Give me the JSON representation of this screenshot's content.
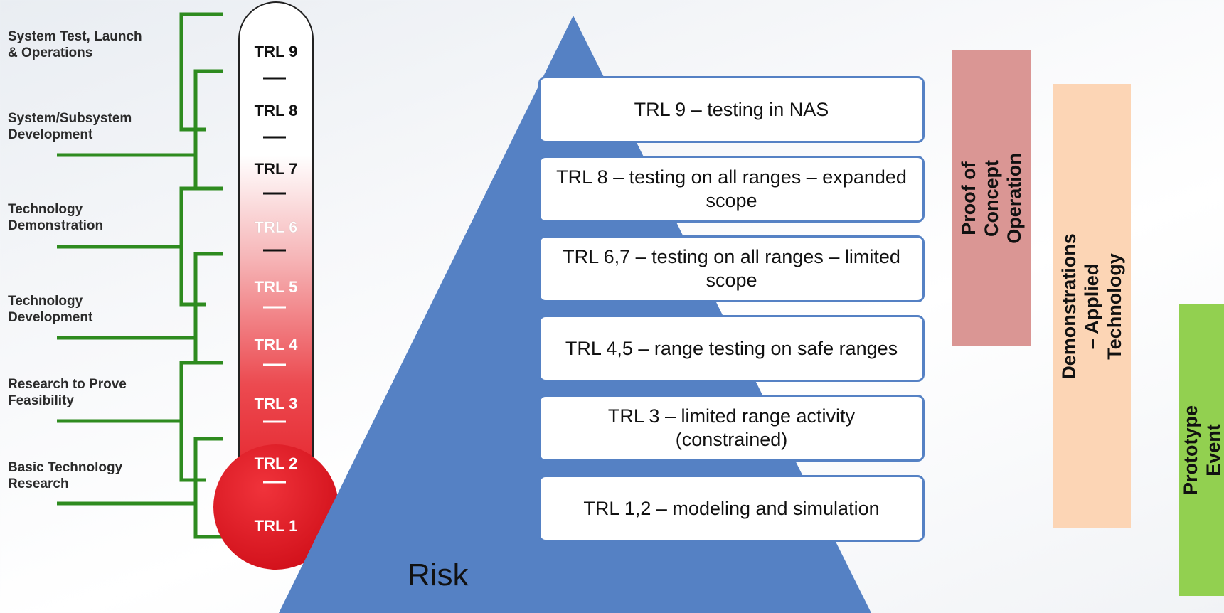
{
  "phases": [
    {
      "label": "System Test, Launch\n& Operations"
    },
    {
      "label": "System/Subsystem\nDevelopment"
    },
    {
      "label": "Technology\nDemonstration"
    },
    {
      "label": "Technology\nDevelopment"
    },
    {
      "label": "Research to Prove\nFeasibility"
    },
    {
      "label": "Basic Technology\nResearch"
    }
  ],
  "thermometer_levels": [
    "TRL 9",
    "TRL 8",
    "TRL 7",
    "TRL 6",
    "TRL 5",
    "TRL 4",
    "TRL 3",
    "TRL 2",
    "TRL 1"
  ],
  "pyramid_boxes": [
    {
      "text": "TRL 9 – testing in NAS"
    },
    {
      "text": "TRL 8 – testing on all ranges –\nexpanded scope"
    },
    {
      "text": "TRL 6,7 – testing on all ranges –\nlimited scope"
    },
    {
      "text": "TRL 4,5 – range testing on safe\nranges"
    },
    {
      "text": "TRL 3 – limited range activity\n(constrained)"
    },
    {
      "text": "TRL 1,2 – modeling and simulation"
    }
  ],
  "risk_label": "Risk",
  "side_bars": [
    {
      "label": "Proof of Concept\nOperation",
      "color": "#da9694"
    },
    {
      "label": "Demonstrations – Applied\nTechnology",
      "color": "#fcd5b5"
    },
    {
      "label": "Prototype Event",
      "color": "#92d050"
    }
  ],
  "colors": {
    "pyramid": "#5581c4",
    "bracket": "#2e8b1f",
    "mercury": "#e8202a"
  }
}
